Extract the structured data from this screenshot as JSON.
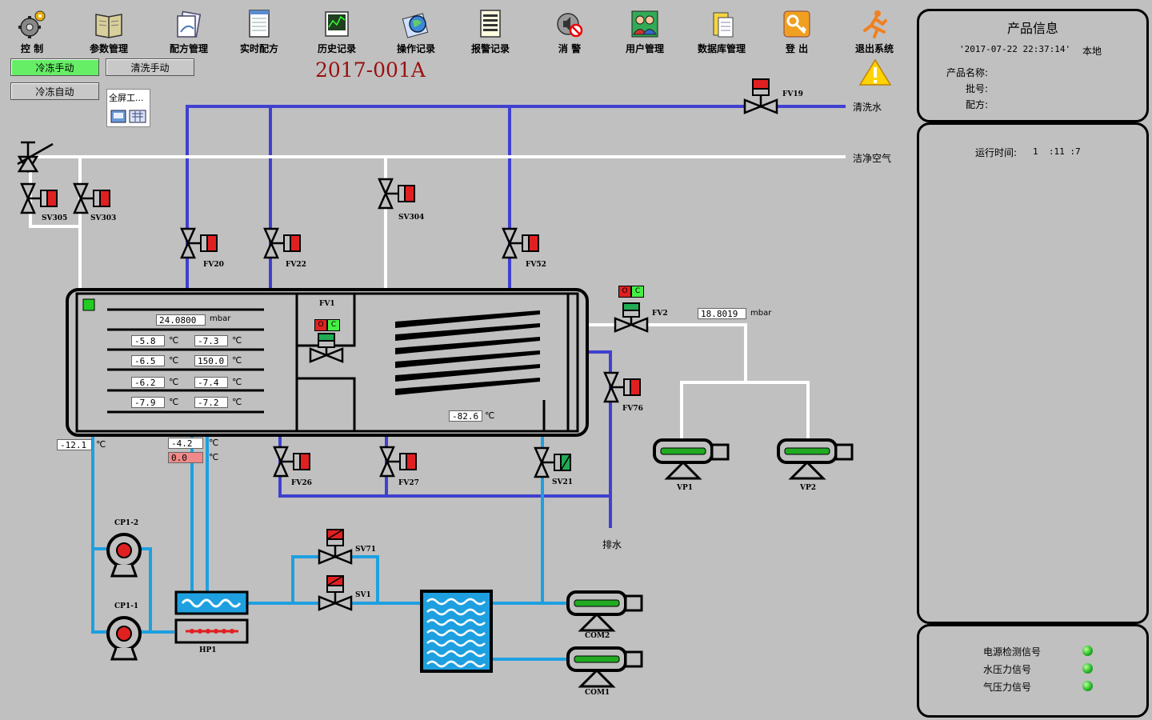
{
  "toolbar": [
    {
      "id": "control",
      "label": "控 制",
      "icon": "gear-icon"
    },
    {
      "id": "params",
      "label": "参数管理",
      "icon": "book-icon"
    },
    {
      "id": "recipe",
      "label": "配方管理",
      "icon": "recipe-icon"
    },
    {
      "id": "realtime",
      "label": "实时配方",
      "icon": "notepad-icon"
    },
    {
      "id": "history",
      "label": "历史记录",
      "icon": "chart-icon"
    },
    {
      "id": "ops",
      "label": "操作记录",
      "icon": "globe-icon"
    },
    {
      "id": "alarms",
      "label": "报警记录",
      "icon": "list-icon"
    },
    {
      "id": "mute",
      "label": "消 警",
      "icon": "speaker-mute-icon"
    },
    {
      "id": "users",
      "label": "用户管理",
      "icon": "users-icon"
    },
    {
      "id": "db",
      "label": "数据库管理",
      "icon": "database-icon"
    },
    {
      "id": "logout",
      "label": "登 出",
      "icon": "key-icon"
    },
    {
      "id": "exit",
      "label": "退出系统",
      "icon": "run-icon"
    }
  ],
  "mode_buttons": {
    "freeze_manual": "冷冻手动",
    "clean_manual": "清洗手动",
    "freeze_auto": "冷冻自动"
  },
  "fullscreen_label": "全屏工...",
  "batch_title": "2017-001A",
  "lines": {
    "wash_water": "清洗水",
    "clean_air": "洁净空气",
    "drain": "排水"
  },
  "valves": {
    "FV19": "FV19",
    "SV305": "SV305",
    "SV303": "SV303",
    "SV304": "SV304",
    "FV20": "FV20",
    "FV22": "FV22",
    "FV52": "FV52",
    "FV1": "FV1",
    "FV2": "FV2",
    "FV76": "FV76",
    "FV26": "FV26",
    "FV27": "FV27",
    "SV21": "SV21",
    "SV71": "SV71",
    "SV1": "SV1"
  },
  "oc": {
    "open": "O",
    "close": "C"
  },
  "equipment": {
    "VP1": "VP1",
    "VP2": "VP2",
    "COM1": "COM1",
    "COM2": "COM2",
    "CP1_1": "CP1-1",
    "CP1_2": "CP1-2",
    "HP1": "HP1"
  },
  "readings": {
    "chamber_pressure": "24.0800",
    "unit_mbar": "mbar",
    "unit_c": "℃",
    "shelf_left": [
      "-5.8",
      "-6.5",
      "-6.2",
      "-7.9"
    ],
    "shelf_right": [
      "-7.3",
      "150.0",
      "-7.4",
      "-7.2"
    ],
    "condenser_temp": "-82.6",
    "condenser_pressure": "18.8019",
    "inlet_temp": "-12.1",
    "outlet_temp": "-4.2",
    "outlet_temp2": "0.0"
  },
  "product_info": {
    "title": "产品信息",
    "datetime": "'2017-07-22 22:37:14'",
    "location": "本地",
    "name_label": "产品名称:",
    "batch_label": "批号:",
    "recipe_label": "配方:"
  },
  "runtime": {
    "label": "运行时间:",
    "value": "1  :11 :7"
  },
  "signals": [
    {
      "label": "电源检测信号",
      "color": "#22b822"
    },
    {
      "label": "水压力信号",
      "color": "#22b822"
    },
    {
      "label": "气压力信号",
      "color": "#22b822"
    }
  ],
  "colors": {
    "background": "#c0c0c0",
    "water": "#4040d0",
    "coolant": "#1ea0e0",
    "air": "#ffffff",
    "active": "#66ee66",
    "alarm_red": "#e02020"
  }
}
